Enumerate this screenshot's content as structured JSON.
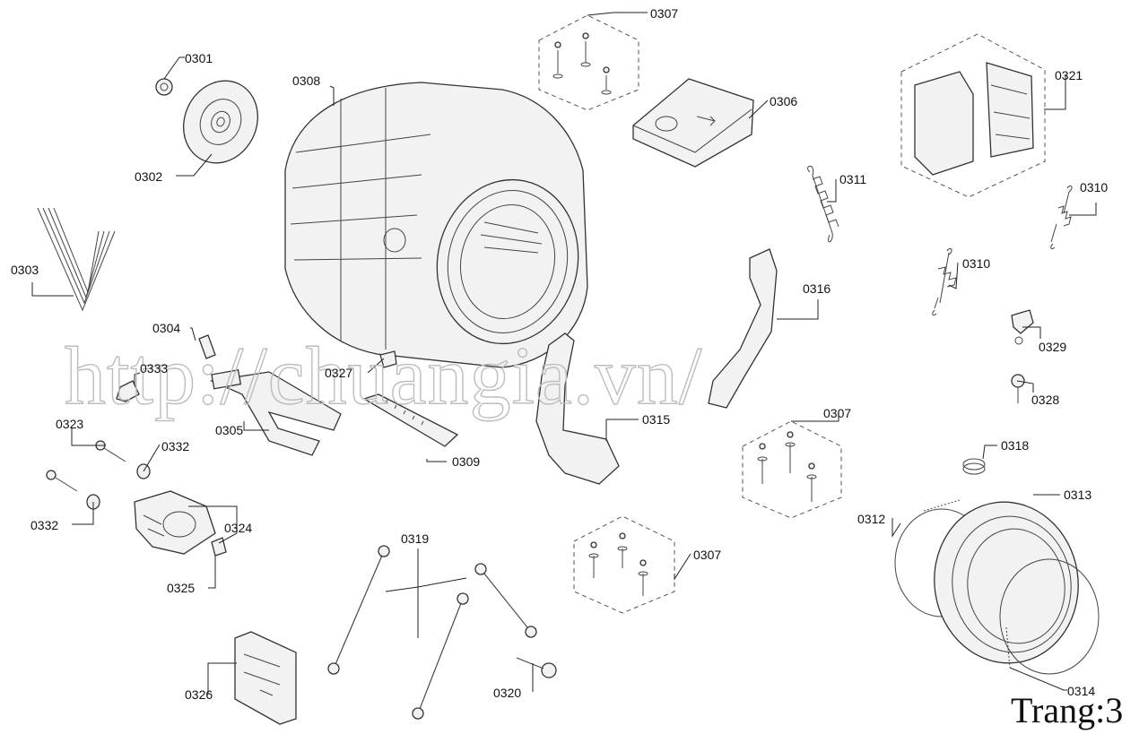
{
  "watermark": "http://chuangia.vn/",
  "page_label": "Trang:3",
  "labels": {
    "p0301": "0301",
    "p0302": "0302",
    "p0303": "0303",
    "p0304": "0304",
    "p0305": "0305",
    "p0306": "0306",
    "p0307a": "0307",
    "p0307b": "0307",
    "p0307c": "0307",
    "p0308": "0308",
    "p0309": "0309",
    "p0310a": "0310",
    "p0310b": "0310",
    "p0311": "0311",
    "p0312": "0312",
    "p0313": "0313",
    "p0314": "0314",
    "p0315": "0315",
    "p0316": "0316",
    "p0318": "0318",
    "p0319": "0319",
    "p0320": "0320",
    "p0321": "0321",
    "p0323": "0323",
    "p0324": "0324",
    "p0325": "0325",
    "p0326": "0326",
    "p0327": "0327",
    "p0328": "0328",
    "p0329": "0329",
    "p0332a": "0332",
    "p0332b": "0332",
    "p0333": "0333"
  }
}
